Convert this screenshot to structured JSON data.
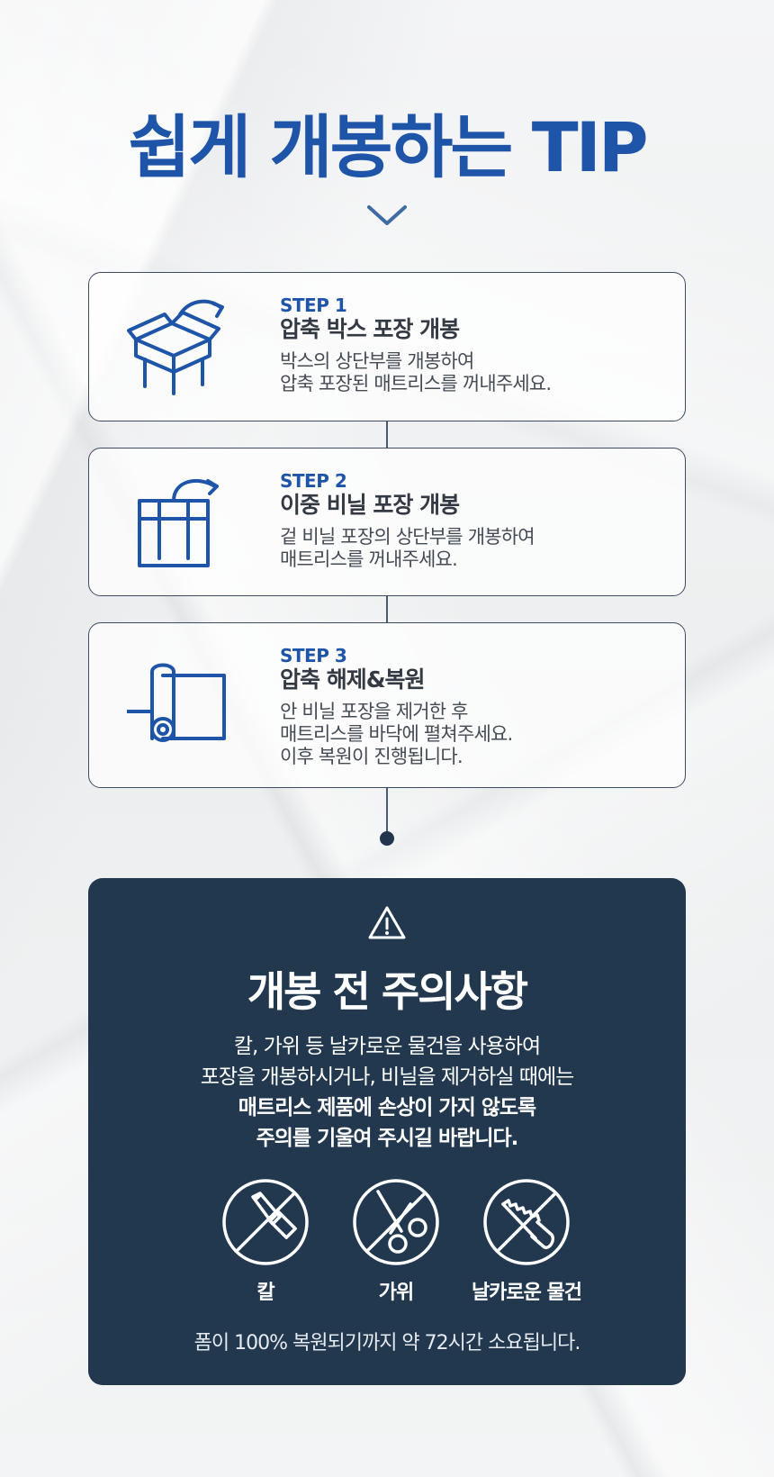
{
  "header": {
    "title": "쉽게 개봉하는 TIP"
  },
  "steps": [
    {
      "label": "STEP 1",
      "title": "압축 박스 포장 개봉",
      "desc": [
        "박스의 상단부를 개봉하여",
        "압축 포장된 매트리스를 꺼내주세요."
      ],
      "icon": "box-open-icon"
    },
    {
      "label": "STEP 2",
      "title": "이중 비닐 포장 개봉",
      "desc": [
        "겉 비닐 포장의 상단부를 개봉하여",
        "매트리스를 꺼내주세요."
      ],
      "icon": "plastic-bag-icon"
    },
    {
      "label": "STEP 3",
      "title": "압축 해제&복원",
      "desc": [
        "안 비닐 포장을 제거한 후",
        "매트리스를 바닥에 펼쳐주세요.",
        "이후 복원이 진행됩니다."
      ],
      "icon": "rolled-mattress-icon"
    }
  ],
  "caution": {
    "title": "개봉 전 주의사항",
    "lines": [
      "칼, 가위 등 날카로운 물건을 사용하여",
      "포장을 개봉하시거나, 비닐을 제거하실 때에는"
    ],
    "bold_lines": [
      "매트리스 제품에 손상이 가지 않도록",
      "주의를 기울여 주시길 바랍니다."
    ],
    "tools": [
      {
        "label": "칼",
        "icon": "no-knife-icon"
      },
      {
        "label": "가위",
        "icon": "no-scissors-icon"
      },
      {
        "label": "날카로운 물건",
        "icon": "no-saw-icon"
      }
    ],
    "footnote": "폼이 100% 복원되기까지 약 72시간 소요됩니다."
  },
  "colors": {
    "accent_blue": "#1f55a8",
    "caution_bg": "#22384f",
    "step_border": "#3d4c62"
  }
}
